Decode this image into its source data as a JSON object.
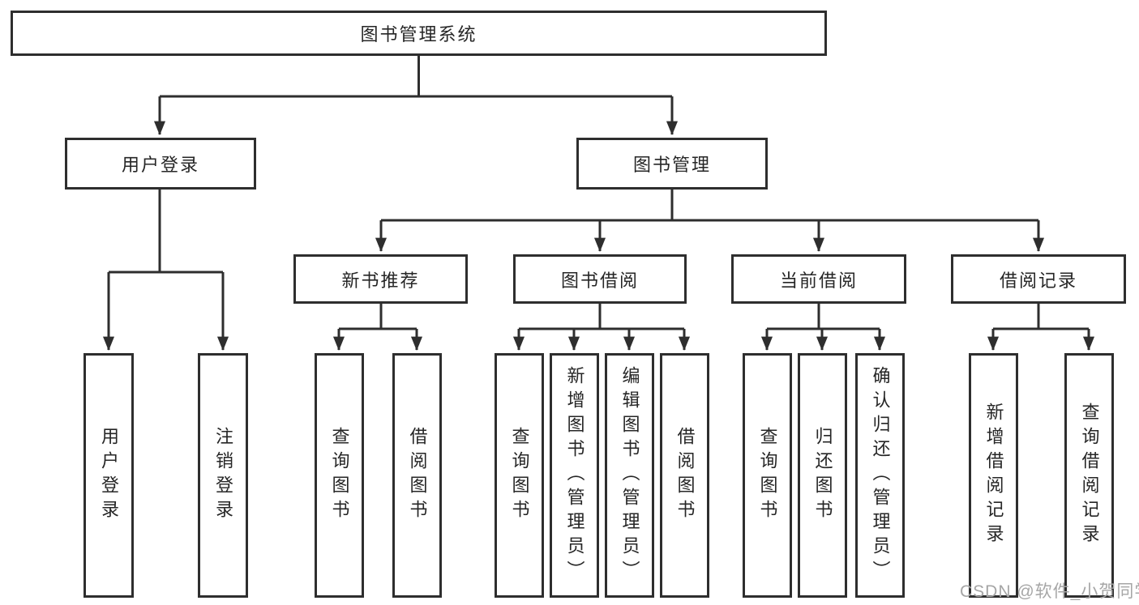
{
  "tree": {
    "label": "图书管理系统",
    "children": [
      {
        "label": "用户登录",
        "children": [
          {
            "label": "用户登录"
          },
          {
            "label": "注销登录"
          }
        ]
      },
      {
        "label": "图书管理",
        "children": [
          {
            "label": "新书推荐",
            "children": [
              {
                "label": "查询图书"
              },
              {
                "label": "借阅图书"
              }
            ]
          },
          {
            "label": "图书借阅",
            "children": [
              {
                "label": "查询图书"
              },
              {
                "label": "新增图书（管理员）"
              },
              {
                "label": "编辑图书（管理员）"
              },
              {
                "label": "借阅图书"
              }
            ]
          },
          {
            "label": "当前借阅",
            "children": [
              {
                "label": "查询图书"
              },
              {
                "label": "归还图书"
              },
              {
                "label": "确认归还（管理员）"
              }
            ]
          },
          {
            "label": "借阅记录",
            "children": [
              {
                "label": "新增借阅记录"
              },
              {
                "label": "查询借阅记录"
              }
            ]
          }
        ]
      }
    ]
  },
  "watermark": "CSDN @软件_小贺同学",
  "colors": {
    "line": "#2e2e2e",
    "box_border": "#2e2e2e",
    "box_fill": "#ffffff",
    "text": "#262626",
    "watermark": "#a6a6a6",
    "background": "#ffffff"
  }
}
